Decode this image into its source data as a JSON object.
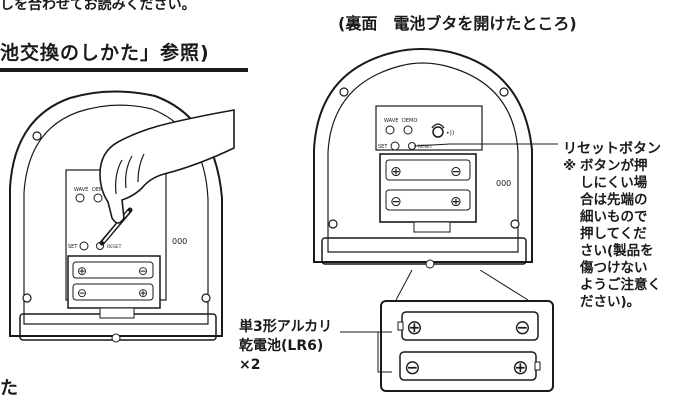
{
  "fragments": {
    "top_line": "しを合わせてお読みください。",
    "section_heading": "池交換のしかた」参照)",
    "bottom": "た"
  },
  "back_view": {
    "caption": "(裏面　電池ブタを開けたところ)",
    "labels": {
      "wave": "WAVE",
      "demo": "DEMO",
      "set": "SET",
      "reset": "RESET",
      "speaker": "000",
      "signal": "•))"
    }
  },
  "front_view": {
    "labels": {
      "wave": "WAVE",
      "demo": "DEMO",
      "set": "SET",
      "reset": "RESET",
      "speaker": "000"
    }
  },
  "callouts": {
    "reset_button": "リセットボタン",
    "note_mark": "※",
    "note_lines": [
      "ボタンが押",
      "しにくい場",
      "合は先端の",
      "細いもので",
      "押してくだ",
      "さい(製品を",
      "傷つけない",
      "ようご注意く",
      "ださい)。"
    ],
    "battery_lines": [
      "単3形アルカリ",
      "乾電池(LR6)",
      "×2"
    ]
  }
}
